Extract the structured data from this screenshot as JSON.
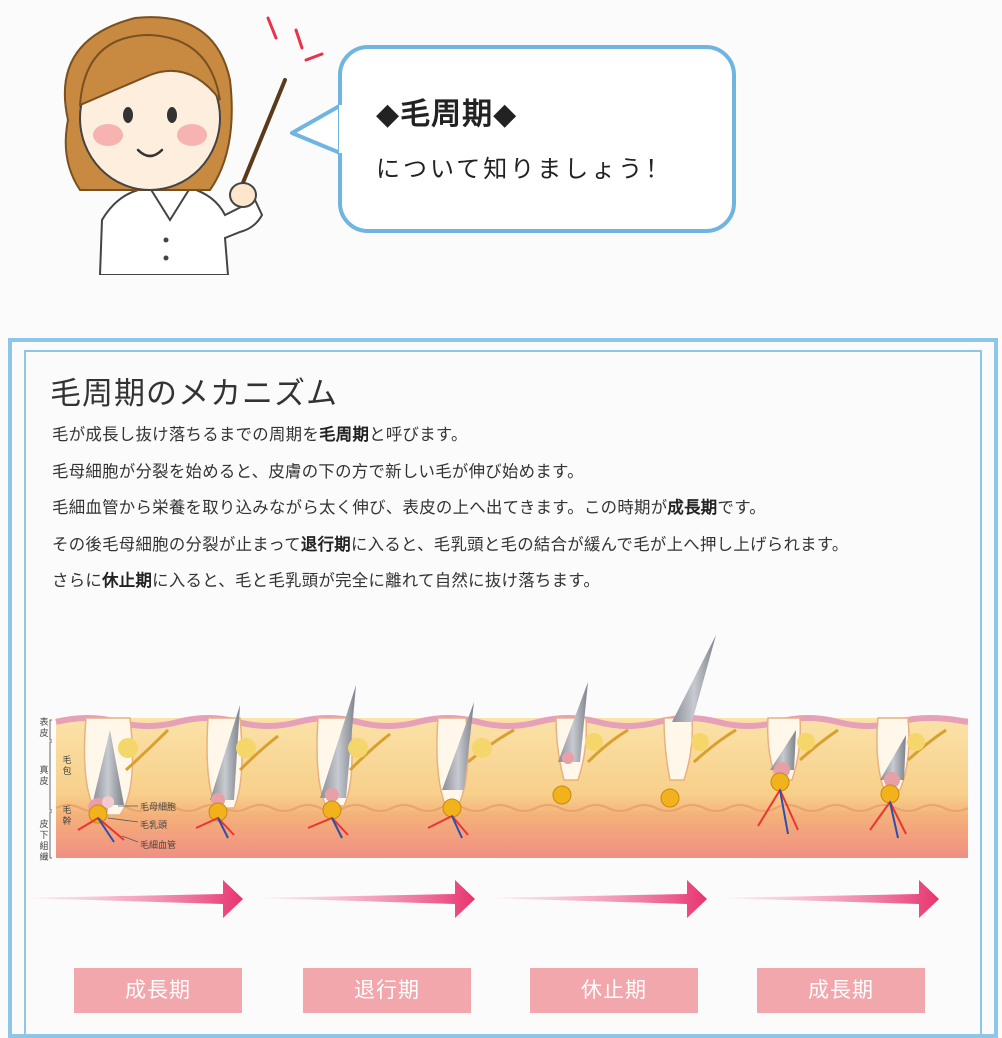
{
  "bubble": {
    "title": "◆毛周期◆",
    "subtitle": "について知りましょう！"
  },
  "section": {
    "title": "毛周期のメカニズム",
    "lines": [
      {
        "pre": "毛が成長し抜け落ちるまでの周期を",
        "bold": "毛周期",
        "post": "と呼びます。"
      },
      {
        "pre": "毛母細胞が分裂を始めると、皮膚の下の方で新しい毛が伸び始めます。",
        "bold": "",
        "post": ""
      },
      {
        "pre": "毛細血管から栄養を取り込みながら太く伸び、表皮の上へ出てきます。この時期が",
        "bold": "成長期",
        "post": "です。"
      },
      {
        "pre": "その後毛母細胞の分裂が止まって",
        "bold": "退行期",
        "post": "に入ると、毛乳頭と毛の結合が緩んで毛が上へ押し上げられます。"
      },
      {
        "pre": "さらに",
        "bold": "休止期",
        "post": "に入ると、毛と毛乳頭が完全に離れて自然に抜け落ちます。"
      }
    ]
  },
  "diagram": {
    "side_labels": {
      "epidermis": "表皮",
      "dermis": "真皮",
      "subcutaneous": "皮下組織",
      "follicle": "毛包",
      "shaft": "毛幹"
    },
    "part_labels": {
      "matrix": "毛母細胞",
      "papilla": "毛乳頭",
      "capillary": "毛細血管"
    }
  },
  "phases": [
    "成長期",
    "退行期",
    "休止期",
    "成長期"
  ],
  "colors": {
    "bubble_border": "#6fb5e0",
    "panel_border": "#8cc6ea",
    "arrow": "#e8336f",
    "label_bg": "#f2a7ad"
  }
}
